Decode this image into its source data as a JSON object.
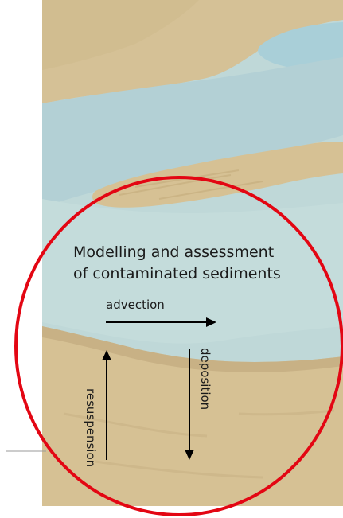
{
  "diagram": {
    "title_line1": "Modelling and assessment",
    "title_line2": "of contaminated sediments",
    "labels": {
      "advection": "advection",
      "deposition": "deposition",
      "resuspension": "resuspension"
    },
    "colors": {
      "water": "#bcd6d6",
      "sand": "#d6c194",
      "sand_dark": "#c8b185",
      "highlight_circle": "#e30613",
      "arrow": "#000000"
    }
  }
}
